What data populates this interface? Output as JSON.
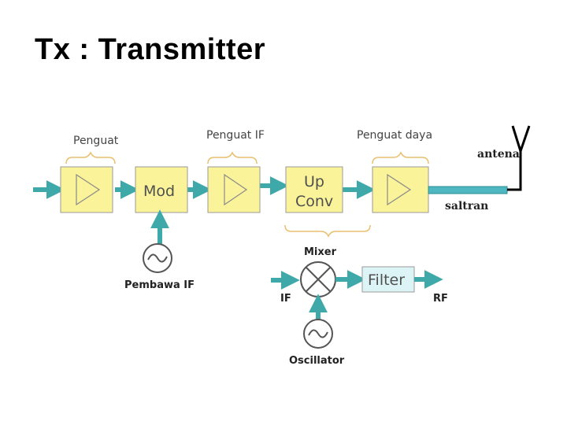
{
  "title": "Tx : Transmitter",
  "colors": {
    "block_fill": "#FAF39A",
    "block_stroke": "#9A9A9A",
    "arrow": "#3FA9A9",
    "filter_fill": "#DDF4F6",
    "brace": "#E8C070"
  },
  "diagram": {
    "group_labels": {
      "penguat": "Penguat",
      "penguat_if": "Penguat IF",
      "penguat_daya": "Penguat daya"
    },
    "blocks": {
      "mod": "Mod",
      "up": "Up",
      "conv": "Conv",
      "filter": "Filter"
    },
    "labels": {
      "antena": "antena",
      "saltran": "saltran",
      "pembawa_if": "Pembawa IF",
      "mixer": "Mixer",
      "if": "IF",
      "rf": "RF",
      "oscillator": "Oscillator"
    },
    "icons": [
      "amplifier-triangle-icon",
      "oscillator-sine-icon",
      "mixer-cross-icon",
      "antenna-icon"
    ]
  }
}
